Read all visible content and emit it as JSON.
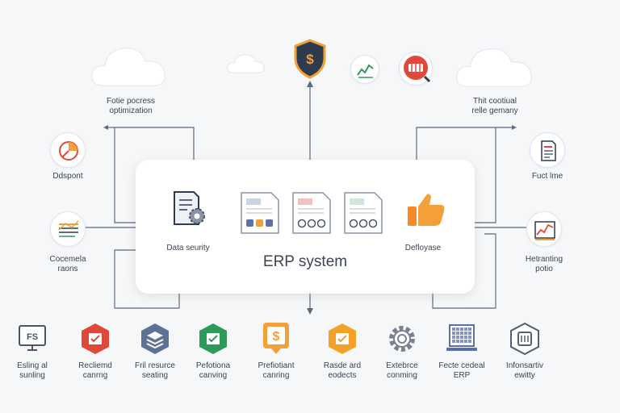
{
  "center": {
    "title": "ERP system"
  },
  "labels": {
    "process_optimization": [
      "Fotie pocress",
      "optimization"
    ],
    "logic_summary": [
      "Thit cootiual",
      "relle gemany"
    ],
    "disposal": "Ddspont",
    "fact_line": "Fuct lme",
    "data_security": "Data seurity",
    "deployment": "Defloyase",
    "comments": [
      "Cocemela",
      "raons"
    ],
    "monitoring": [
      "Hetranting",
      "potio"
    ]
  },
  "bottom_items": [
    {
      "line1": "Esling al",
      "line2": "sunling",
      "icon": "fs-monitor-icon",
      "color": "#4a5566"
    },
    {
      "line1": "Recliemd",
      "line2": "canrng",
      "icon": "hexagon-check-icon",
      "color": "#e0483a"
    },
    {
      "line1": "Fril resurce",
      "line2": "seating",
      "icon": "hexagon-layers-icon",
      "color": "#5e7296"
    },
    {
      "line1": "Pefotiona",
      "line2": "canving",
      "icon": "hexagon-check-icon",
      "color": "#2e9a5a"
    },
    {
      "line1": "Prefiotiant",
      "line2": "canring",
      "icon": "dollar-badge-icon",
      "color": "#f2a03a"
    },
    {
      "line1": "Rasde ard",
      "line2": "eodects",
      "icon": "hexagon-check-icon",
      "color": "#f3a227"
    },
    {
      "line1": "Extebrce",
      "line2": "conming",
      "icon": "gear-icon",
      "color": "#7a8190"
    },
    {
      "line1": "Fecte cedeal",
      "line2": "ERP",
      "icon": "grid-laptop-icon",
      "color": "#5b70a8"
    },
    {
      "line1": "Infonsartiv",
      "line2": "ewitty",
      "icon": "server-icon",
      "color": "#555f70"
    }
  ],
  "icons": {
    "shield": "$",
    "bottom_dollar": "$",
    "fs_text": "FS"
  },
  "colors": {
    "line": "#5d6a80",
    "accent_orange": "#f2a03a",
    "shield_dark": "#2e3a4e",
    "red": "#e0483a",
    "green": "#2e9a5a"
  }
}
